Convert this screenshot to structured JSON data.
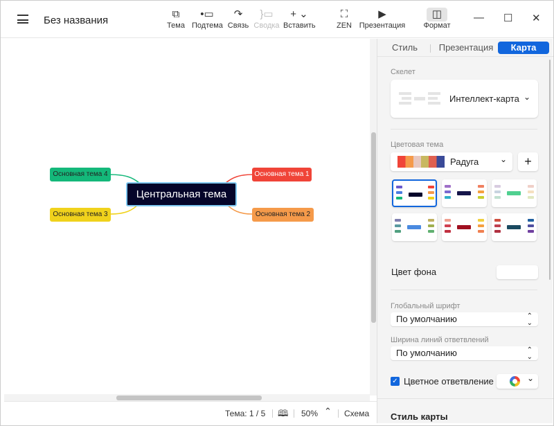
{
  "app": {
    "title": "Без названия"
  },
  "toolbar": [
    {
      "label": "Тема",
      "icon": "topic-icon",
      "glyph": "⧉"
    },
    {
      "label": "Подтема",
      "icon": "subtopic-icon",
      "glyph": "•▭"
    },
    {
      "label": "Связь",
      "icon": "relationship-icon",
      "glyph": "↷"
    },
    {
      "label": "Сводка",
      "icon": "summary-icon",
      "glyph": "}▭"
    },
    {
      "label": "Вставить",
      "icon": "insert-icon",
      "glyph": "+ ⌄"
    },
    {
      "label": "ZEN",
      "icon": "zen-icon",
      "glyph": "⛶"
    },
    {
      "label": "Презентация",
      "icon": "presentation-icon",
      "glyph": "▶"
    },
    {
      "label": "Формат",
      "icon": "format-icon",
      "glyph": "◫"
    }
  ],
  "window": {
    "minimize": "—",
    "maximize": "☐",
    "close": "✕"
  },
  "map": {
    "central": "Центральная тема",
    "topics": [
      {
        "label": "Основная тема 1",
        "color": "#f04438"
      },
      {
        "label": "Основная тема 2",
        "color": "#f59a4a"
      },
      {
        "label": "Основная тема 3",
        "color": "#f0d21c"
      },
      {
        "label": "Основная тема 4",
        "color": "#14b87a"
      }
    ]
  },
  "status": {
    "topic": "Тема: 1 / 5",
    "zoom": "50%",
    "outline": "Схема",
    "map_icon": "book-map-icon"
  },
  "panel": {
    "tabs": [
      "Стиль",
      "Презентация",
      "Карта"
    ],
    "active_tab": "Карта",
    "skeleton_label": "Скелет",
    "skeleton_value": "Интеллект-карта",
    "color_theme_label": "Цветовая тема",
    "color_theme_value": "Радуга",
    "add": "+",
    "bg_color_label": "Цвет фона",
    "bg_color": "#ffffff",
    "font_label": "Глобальный шрифт",
    "font_value": "По умолчанию",
    "branch_width_label": "Ширина линий ответвлений",
    "branch_width_value": "По умолчанию",
    "colored_branch_label": "Цветное ответвление",
    "colored_branch_checked": true,
    "map_style_label": "Стиль карты",
    "accent": "#1166dd"
  }
}
